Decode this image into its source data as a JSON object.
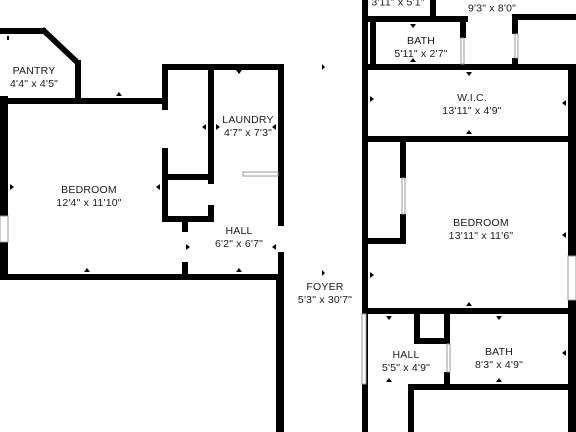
{
  "rooms": {
    "pantry": {
      "name": "PANTRY",
      "dimensions": "4'4\" x 4'5\""
    },
    "laundry": {
      "name": "LAUNDRY",
      "dimensions": "4'7\" x 7'3\""
    },
    "bedroom_left": {
      "name": "BEDROOM",
      "dimensions": "12'4\" x 11'10\""
    },
    "hall_left": {
      "name": "HALL",
      "dimensions": "6'2\" x 6'7\""
    },
    "foyer": {
      "name": "FOYER",
      "dimensions": "5'3\" x 30'7\""
    },
    "top_small": {
      "name": "",
      "dimensions": "3'11\" x 5'1\""
    },
    "top_right": {
      "name": "",
      "dimensions": "9'3\" x 8'0\""
    },
    "bath_top": {
      "name": "BATH",
      "dimensions": "5'11\" x 2'7\""
    },
    "wic": {
      "name": "W.I.C.",
      "dimensions": "13'11\" x 4'9\""
    },
    "bedroom_right": {
      "name": "BEDROOM",
      "dimensions": "13'11\" x 11'6\""
    },
    "hall_right": {
      "name": "HALL",
      "dimensions": "5'5\" x 4'9\""
    },
    "bath_bottom": {
      "name": "BATH",
      "dimensions": "8'3\" x 4'9\""
    }
  },
  "colors": {
    "wall": "#000000",
    "background": "#ffffff",
    "window": "#9a9a9a",
    "text": "#1a1a1a"
  }
}
